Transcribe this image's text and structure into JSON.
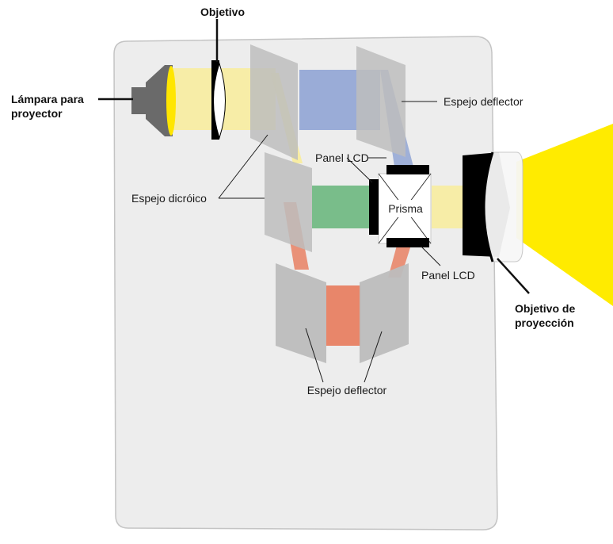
{
  "labels": {
    "objetivo": "Objetivo",
    "lampara_line1": "Lámpara para",
    "lampara_line2": "proyector",
    "espejo_deflector_top": "Espejo deflector",
    "panel_lcd_top": "Panel LCD",
    "espejo_dicroico": "Espejo dicróico",
    "prisma": "Prisma",
    "panel_lcd_bottom": "Panel LCD",
    "objetivo_proyeccion_line1": "Objetivo de",
    "objetivo_proyeccion_line2": "proyección",
    "espejo_deflector_bottom": "Espejo deflector"
  },
  "colors": {
    "housing": "#ededed",
    "housing_border": "#c4c4c4",
    "white_light": "#f8ec9a",
    "blue_light": "#90a4d4",
    "green_light": "#79bd8a",
    "red_light": "#e8866a",
    "mirror": "#bdbdbd",
    "lamp": "#6a6a6a",
    "lamp_glow": "#ffe600",
    "projected_beam": "#ffeb00",
    "panel": "#000000"
  }
}
